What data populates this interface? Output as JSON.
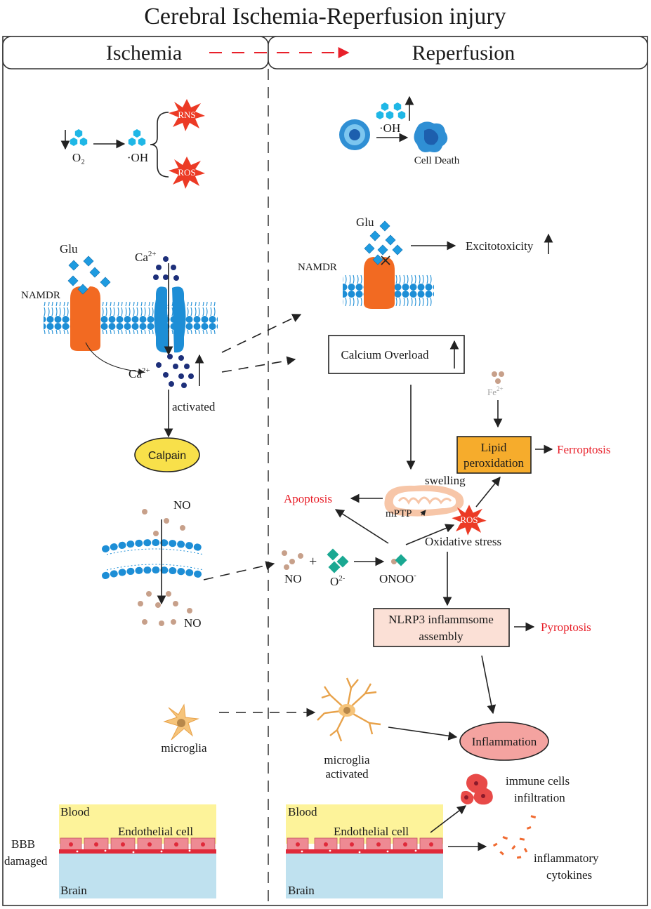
{
  "title": "Cerebral Ischemia-Reperfusion injury",
  "header": {
    "left_label": "Ischemia",
    "right_label": "Reperfusion"
  },
  "ischemia": {
    "oxygen": {
      "o2": "O₂",
      "oh": "·OH",
      "rns": "RNS",
      "ros": "ROS"
    },
    "membrane": {
      "glu": "Glu",
      "ca_top": "Ca",
      "ca_bottom": "Ca",
      "ca_sup": "2+",
      "receptor": "NAMDR",
      "activated": "activated",
      "calpain": "Calpain"
    },
    "no": {
      "top": "NO",
      "bottom": "NO"
    },
    "microglia": "microglia",
    "bbb": {
      "label_1": "BBB",
      "label_2": "damaged",
      "blood": "Blood",
      "endothelial": "Endothelial cell",
      "brain": "Brain"
    }
  },
  "reperfusion": {
    "cell": {
      "oh": "·OH",
      "death": "Cell Death"
    },
    "membrane": {
      "glu": "Glu",
      "receptor": "NAMDR",
      "excitotoxicity": "Excitotoxicity"
    },
    "calcium_overload": "Calcium Overload",
    "fe": {
      "label": "Fe",
      "sup": "2+"
    },
    "lipid": {
      "line_1": "Lipid",
      "line_2": "peroxidation"
    },
    "ferroptosis": "Ferroptosis",
    "mito": {
      "swelling": "swelling",
      "mptp": "mPTP",
      "ros": "ROS"
    },
    "apoptosis": "Apoptosis",
    "oxidative_stress": "Oxidative stress",
    "reaction": {
      "no": "NO",
      "plus": "+",
      "o2": "O",
      "o2_sup": "2-",
      "onoo": "ONOO",
      "onoo_sup": "-"
    },
    "nlrp3": {
      "line_1": "NLRP3 inflammsome",
      "line_2": "assembly"
    },
    "pyroptosis": "Pyroptosis",
    "microglia": {
      "line_1": "microglia",
      "line_2": "activated"
    },
    "inflammation": "Inflammation",
    "immune": {
      "line_1": "immune cells",
      "line_2": "infiltration"
    },
    "cytokines": {
      "line_1": "inflammatory",
      "line_2": "cytokines"
    },
    "bbb": {
      "blood": "Blood",
      "endothelial": "Endothelial cell",
      "brain": "Brain"
    }
  },
  "colors": {
    "red_text": "#e8202a",
    "cyan": "#1fb7e6",
    "navy": "#1d2f7a",
    "orange_receptor": "#f26a22",
    "blue_channel": "#1d8ed6",
    "calpain": "#f8e04a",
    "lipid_box": "#f6ac2c",
    "nlrp3_box": "#fbe0d6",
    "inflammation": "#f4a3a0",
    "no_dot": "#c7a08a",
    "teal": "#1aa892",
    "blood": "#fdf39a",
    "brain": "#bfe1ef",
    "endothelial": "#ee8a93"
  }
}
